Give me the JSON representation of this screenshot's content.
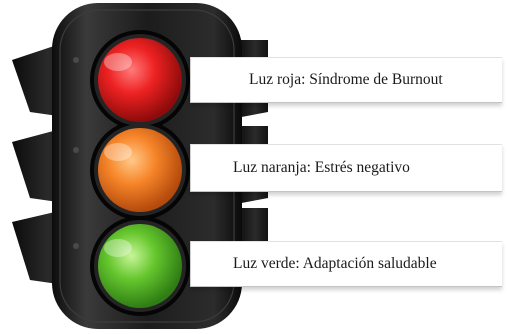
{
  "lights": [
    {
      "id": "red",
      "label": "Luz roja: Síndrome de Burnout",
      "color": "#e11d1d"
    },
    {
      "id": "orange",
      "label": "Luz naranja: Estrés negativo",
      "color": "#f47a22"
    },
    {
      "id": "green",
      "label": "Luz verde: Adaptación saludable",
      "color": "#5fbd2b"
    }
  ],
  "housing_color": "#161616"
}
